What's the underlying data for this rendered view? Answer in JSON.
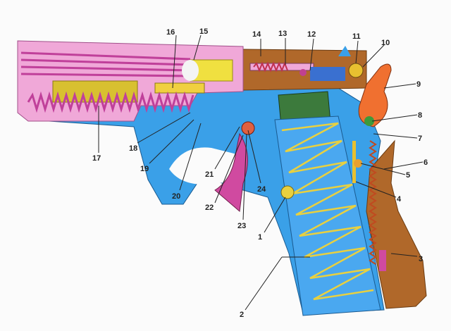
{
  "labels": {
    "l1": "1",
    "l2": "2",
    "l3": "3",
    "l4": "4",
    "l5": "5",
    "l6": "6",
    "l7": "7",
    "l8": "8",
    "l9": "9",
    "l10": "10",
    "l11": "11",
    "l12": "12",
    "l13": "13",
    "l14": "14",
    "l15": "15",
    "l16": "16",
    "l17": "17",
    "l18": "18",
    "l19": "19",
    "l20": "20",
    "l21": "21",
    "l22": "22",
    "l23": "23",
    "l24": "24"
  },
  "colors": {
    "slide": "#f0a8d8",
    "barrel": "#c0409a",
    "frame": "#3aa0e8",
    "wood": "#b0682a",
    "spring": "#e8d040",
    "hammer": "#f07030",
    "trigger": "#d04aa0",
    "breech": "#3c7a3c"
  }
}
